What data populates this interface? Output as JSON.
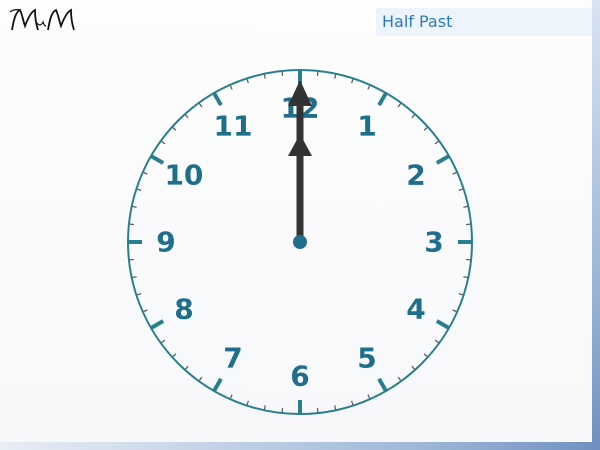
{
  "header": {
    "logo_text": "MM",
    "title": "Half Past"
  },
  "clock": {
    "numerals": [
      "12",
      "1",
      "2",
      "3",
      "4",
      "5",
      "6",
      "7",
      "8",
      "9",
      "10",
      "11"
    ],
    "time": {
      "hour": 12,
      "minute": 0
    },
    "colors": {
      "face_border": "#2a7f8e",
      "numerals": "#1f6e8a",
      "hands": "#333333",
      "center": "#1f6e8a"
    }
  }
}
